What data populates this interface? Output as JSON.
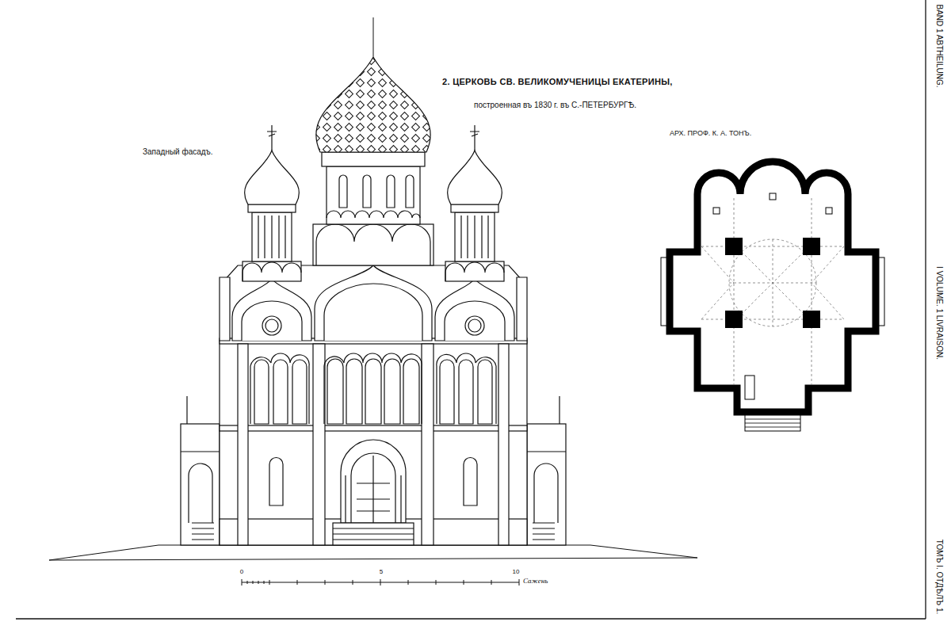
{
  "diagram": {
    "title": "2. ЦЕРКОВЬ СВ. ВЕЛИКОМУЧЕНИЦЫ ЕКАТЕРИНЫ,",
    "labels": [
      "Западный фасадъ.",
      "построенная въ 1830 г. въ С.-ПЕТЕРБУРГѢ.",
      "АРХ. ПРОФ. К. А. ТОНЪ.",
      "0",
      "5",
      "10",
      "Сажень",
      "BAND 1 ABTHEILUNG.",
      "I VOLUME. 1 LIVRAISON.",
      "ТОМЪ I. ОТДѢЛЪ 1."
    ]
  }
}
